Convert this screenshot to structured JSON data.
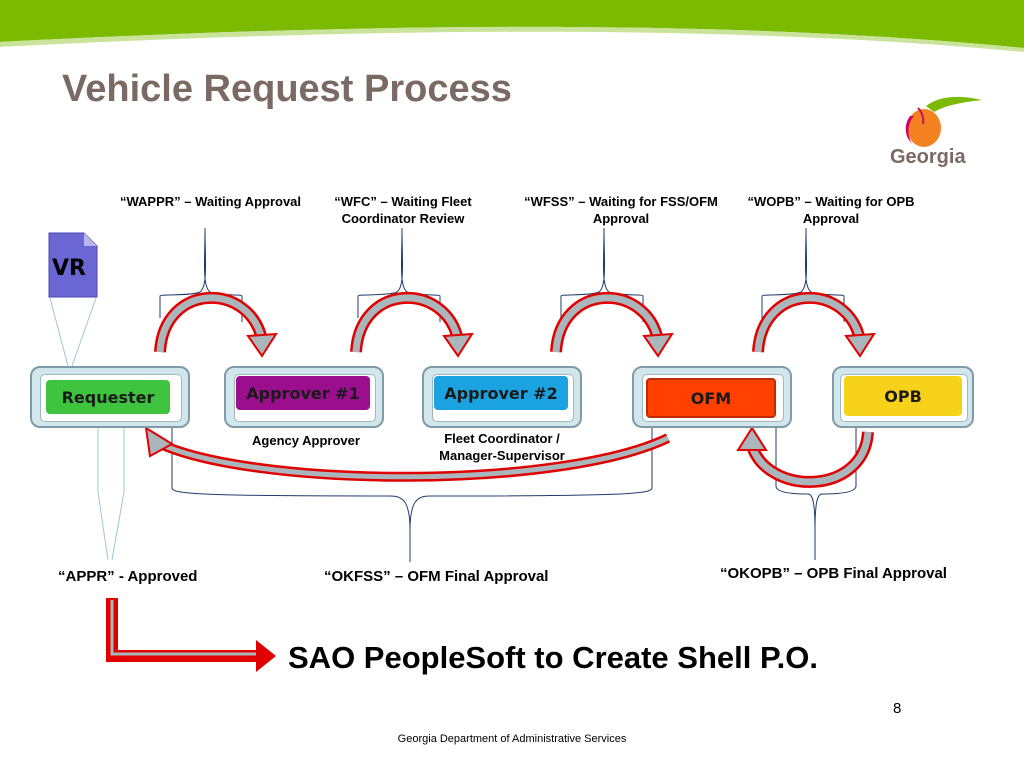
{
  "slide": {
    "title": "Vehicle Request Process",
    "page_number": "8",
    "footer": "Georgia Department of Administrative Services",
    "logo_text": "Georgia",
    "footer_statement": "SAO PeopleSoft to Create Shell P.O."
  },
  "document_icon": {
    "label": "VR"
  },
  "status_labels": {
    "wappr": "“WAPPR” – Waiting Approval",
    "wfc_line1": "“WFC” – Waiting Fleet",
    "wfc_line2": "Coordinator Review",
    "wfss_line1": "“WFSS” – Waiting for FSS/OFM",
    "wfss_line2": "Approval",
    "wopb_line1": "“WOPB” – Waiting for OPB",
    "wopb_line2": "Approval"
  },
  "nodes": {
    "requester": "Requester",
    "approver1": "Approver #1",
    "approver2": "Approver #2",
    "ofm": "OFM",
    "opb": "OPB"
  },
  "node_descriptions": {
    "approver1": "Agency Approver",
    "approver2_line1": "Fleet Coordinator /",
    "approver2_line2": "Manager-Supervisor"
  },
  "final_statuses": {
    "appr": "“APPR” - Approved",
    "okfss": "“OKFSS” – OFM Final Approval",
    "okopb": "“OKOPB” – OPB Final Approval"
  },
  "colors": {
    "header_green": "#7cba00",
    "title": "#7b6a63",
    "requester": "#3ec43e",
    "approver1": "#9b0f8f",
    "approver2": "#1aa3e0",
    "ofm": "#ff4000",
    "opb": "#f7d21a",
    "arrow_red": "#e00000",
    "arrow_gray": "#a9b6bb"
  }
}
